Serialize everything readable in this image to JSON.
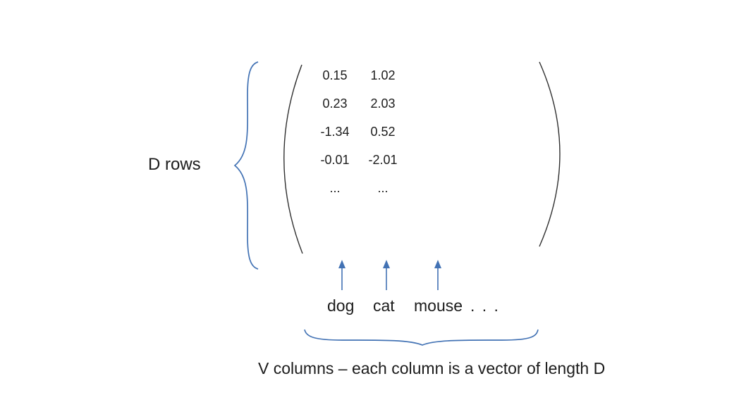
{
  "labels": {
    "rows_brace": "D rows",
    "caption": "V columns – each column is a vector of length D"
  },
  "matrix": {
    "rows": [
      [
        "0.15",
        "1.02"
      ],
      [
        "0.23",
        "2.03"
      ],
      [
        "-1.34",
        "0.52"
      ],
      [
        "-0.01",
        "-2.01"
      ],
      [
        "...",
        "..."
      ]
    ]
  },
  "columns": {
    "labels": [
      "dog",
      "cat",
      "mouse"
    ],
    "ellipsis": ". . ."
  },
  "colors": {
    "accent_blue": "#4272b4",
    "text": "#1c1c1c",
    "paren_stroke": "#303030",
    "background": "#ffffff"
  }
}
